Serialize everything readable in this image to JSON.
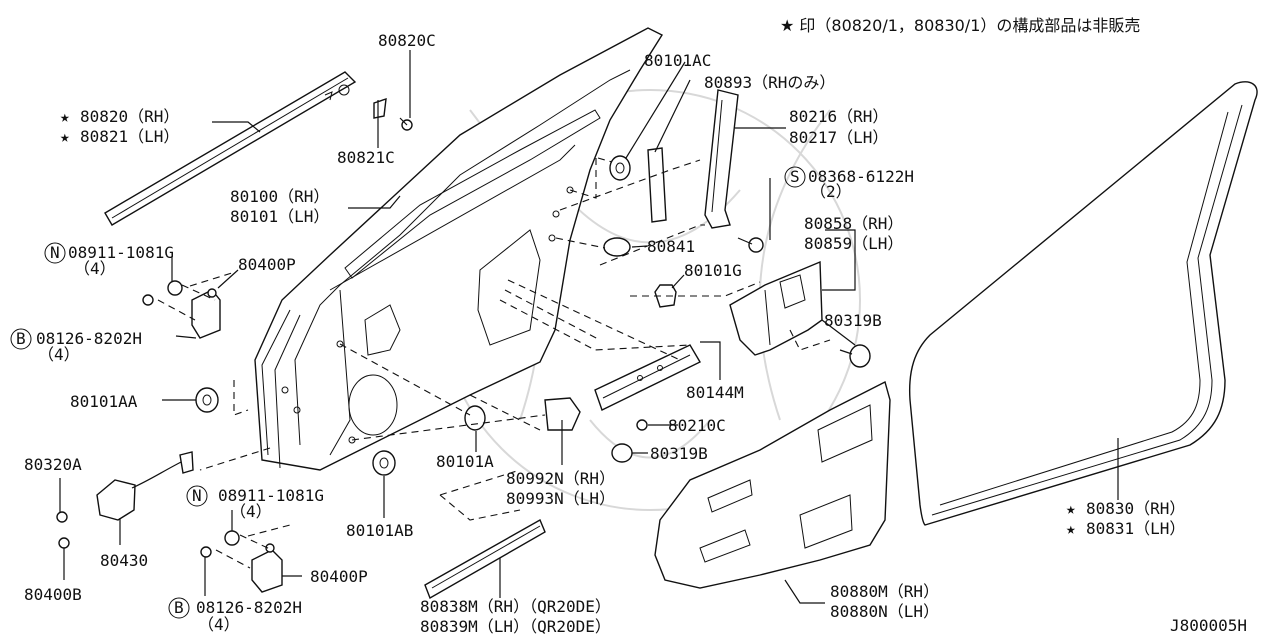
{
  "note": "★ 印（80820/1，80830/1）の構成部品は非販売",
  "diagram_id": "J800005H",
  "labels": {
    "p80820C": "80820C",
    "p80820RH": "80820（RH）",
    "p80821LH": "80821（LH）",
    "p80821C": "80821C",
    "p80100RH": "80100（RH）",
    "p80101LH": "80101（LH）",
    "p80101AC": "80101AC",
    "p80893": "80893（RHのみ）",
    "p80216": "80216（RH）",
    "p80217": "80217（LH）",
    "p08368": "08368-6122H",
    "p08368q": "（2）",
    "p08911a": "08911-1081G",
    "p08911aq": "（4）",
    "p80400Pa": "80400P",
    "p08126a": "08126-8202H",
    "p08126aq": "（4）",
    "p80841": "80841",
    "p80101G": "80101G",
    "p80858": "80858（RH）",
    "p80859": "80859（LH）",
    "p80319Ba": "80319B",
    "p80101AA": "80101AA",
    "p80144M": "80144M",
    "p80210C": "80210C",
    "p80319Bb": "80319B",
    "p80320A": "80320A",
    "p80101A": "80101A",
    "p80992N": "80992N（RH）",
    "p80993N": "80993N（LH）",
    "p08911b": "08911-1081G",
    "p08911bq": "（4）",
    "p80430": "80430",
    "p80101AB": "80101AB",
    "p80400Pb": "80400P",
    "p80400B": "80400B",
    "p08126b": "08126-8202H",
    "p08126bq": "（4）",
    "p80838M": "80838M（RH）（QR20DE）",
    "p80839M": "80839M（LH）（QR20DE）",
    "p80880M": "80880M（RH）",
    "p80880N": "80880N（LH）",
    "p80830": "80830（RH）",
    "p80831": "80831（LH）"
  },
  "symbols": {
    "star": "★",
    "N": "N",
    "B": "B",
    "S": "S"
  }
}
